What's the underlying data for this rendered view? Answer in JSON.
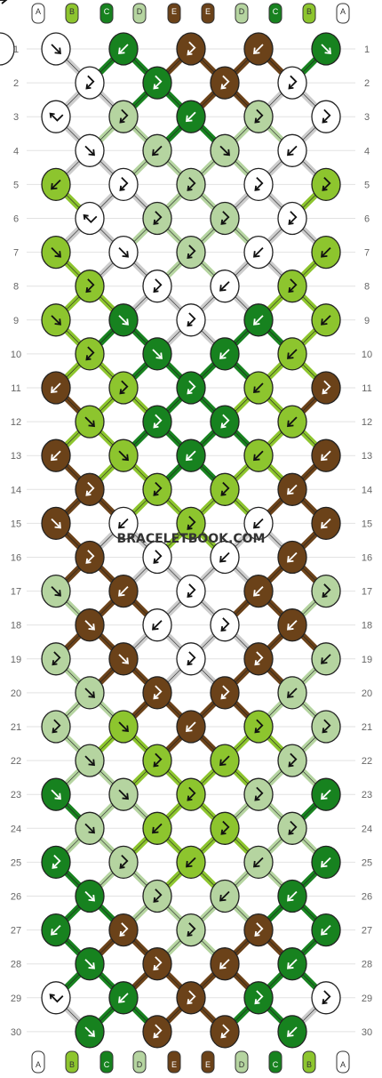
{
  "watermark": "BRACELETBOOK.COM",
  "colors": {
    "A": "#ffffff",
    "B": "#8dc52e",
    "C": "#17821f",
    "D": "#b5d4a0",
    "E": "#6b4219"
  },
  "strand_labels": [
    "A",
    "B",
    "C",
    "D",
    "E",
    "E",
    "D",
    "C",
    "B",
    "A"
  ],
  "row_numbers": [
    "1",
    "2",
    "3",
    "4",
    "5",
    "6",
    "7",
    "8",
    "9",
    "10",
    "11",
    "12",
    "13",
    "14",
    "15",
    "16",
    "17",
    "18",
    "19",
    "20",
    "21",
    "22",
    "23",
    "24",
    "25",
    "26",
    "27",
    "28",
    "29",
    "30"
  ],
  "rows": [
    "A:br C:bl E:f E:bl C:br A:bl",
    "A:f C:f E:f A:f",
    "A:b D:f C:bl D:f A:f",
    "A:br D:bl D:br A:bl",
    "B:bl A:f D:f A:f B:f",
    "A:b D:f D:f A:f",
    "B:br A:br D:f A:bl B:bl",
    "B:f A:f A:bl B:f",
    "B:br C:br A:f C:bl B:bl",
    "B:f C:br C:bl B:bl",
    "E:bl B:f C:f B:bl E:f",
    "B:br C:f C:f B:bl",
    "E:bl B:br C:bl B:bl E:bl",
    "E:f B:f B:f E:bl",
    "E:br A:bl B:f A:bl E:bl",
    "E:f A:f A:bl E:bl",
    "D:br E:bl A:f E:bl D:f",
    "E:br A:bl A:f E:bl",
    "D:f E:br A:f E:f D:bl",
    "D:br E:f E:f D:bl",
    "D:f B:br E:bl B:f D:f",
    "D:br B:f B:bl D:f",
    "C:br D:br B:f D:f C:bl",
    "D:br B:bl B:f D:f",
    "C:f D:f B:bl D:bl C:bl",
    "C:br D:f D:bl C:bl",
    "C:bl E:f D:f E:f C:bl",
    "C:br E:f E:bl C:bl",
    "A:b C:bl E:f C:f A:f",
    "C:br E:f E:f C:bl"
  ]
}
